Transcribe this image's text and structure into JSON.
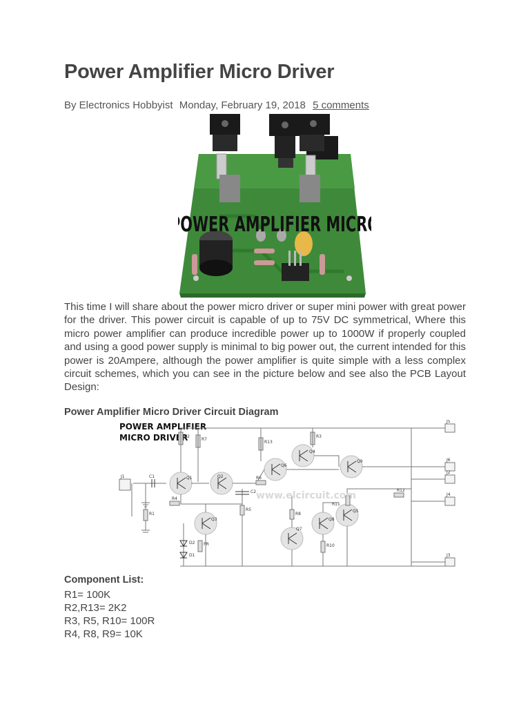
{
  "article": {
    "title": "Power Amplifier Micro Driver",
    "author": "By Electronics Hobbyist",
    "date": "Monday, February 19, 2018",
    "comments": "5 comments"
  },
  "photo": {
    "overlay_text": "POWER AMPLIFIER MICRO",
    "colors": {
      "pcb": "#3f8a3a",
      "pcb_dark": "#2c6a2a",
      "heatsink": "#1a1a1a",
      "capacitor": "#222222",
      "trimmer": "#e8b84a"
    }
  },
  "body": {
    "paragraph": "This time I will share about the power micro driver or super mini power with great power for the driver. This power circuit is capable of up to 75V DC symmetrical, Where this micro power amplifier can produce incredible power up to 1000W if properly coupled and using a good power supply is minimal to big power out, the current intended for this power is 20Ampere, although the power amplifier is quite simple with a less complex circuit schemes, which you can see in the picture below and see also the PCB Layout Design:"
  },
  "diagram": {
    "heading": "Power Amplifier Micro Driver Circuit Diagram",
    "title_line1": "POWER AMPLIFIER",
    "title_line2": "MICRO DRIVER",
    "watermark": "www.elcircuit.com",
    "labels": {
      "r2": "R2",
      "r7": "R7",
      "r13": "R13",
      "r3": "R3",
      "q4": "Q4",
      "q6": "Q6",
      "q9": "Q9",
      "q1": "Q1",
      "q2": "Q2",
      "c1": "C1",
      "r6": "R6",
      "c2": "C2",
      "r4": "R4",
      "r5": "R5",
      "r1": "R1",
      "q3": "Q3",
      "d2": "D2",
      "d1": "D1",
      "pr": "PR",
      "r8": "R8",
      "q7": "Q7",
      "r11": "R11",
      "q8": "Q8",
      "r12": "R12",
      "q5": "Q5",
      "r10": "R10",
      "j1": "J1",
      "j2": "J2",
      "j3": "J3",
      "j4": "J4",
      "j5": "J5",
      "j6": "J6"
    }
  },
  "components": {
    "heading": "Component List:",
    "items": [
      "R1= 100K",
      "R2,R13= 2K2",
      "R3, R5, R10= 100R",
      "R4, R8, R9= 10K"
    ]
  }
}
